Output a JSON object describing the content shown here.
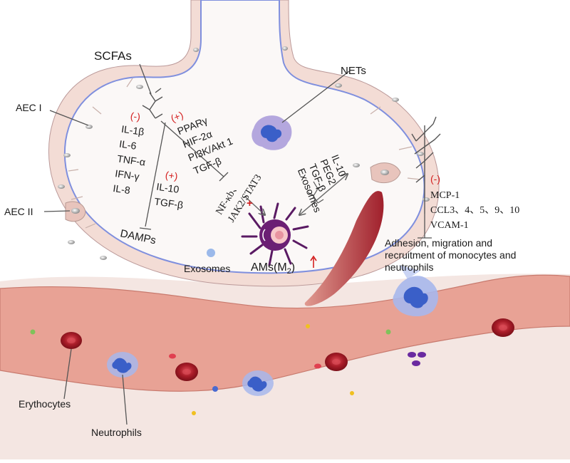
{
  "labels": {
    "scfas": "SCFAs",
    "nets": "NETs",
    "aec1": "AEC I",
    "aec2": "AEC II",
    "exosomes_center": "Exosomes",
    "damps": "DAMPs",
    "ams_prefix": "AMs(M",
    "ams_sub": "2",
    "ams_suffix": ")",
    "erythocytes": "Erythocytes",
    "neutrophils": "Neutrophils"
  },
  "inhibit_group": {
    "sign": "(-)",
    "items": [
      "IL-1β",
      "IL-6",
      "TNF-α",
      "IFN-γ",
      "IL-8"
    ]
  },
  "promote_group": {
    "sign": "(+)",
    "items": [
      "IL-10",
      "TGF-β"
    ]
  },
  "pathway_group": {
    "sign": "(+)",
    "items": [
      "PPARγ",
      "HIF-2α",
      "PI3K/Akt 1",
      "TGF-β"
    ]
  },
  "nfkb": {
    "line1": "NF-κb、",
    "line2": "JAK2/STAT3",
    "plus": "+"
  },
  "m2_secreted": [
    "IL-10",
    "PEG2",
    "TGF-β",
    "Exosomes"
  ],
  "right_panel": {
    "sign": "(-)",
    "items": [
      "MCP-1",
      "CCL3、4、5、9、10",
      "VCAM-1"
    ],
    "effect_lines": [
      "Adhesion, migration and",
      "recruitment of monocytes and",
      "neutrophils"
    ]
  },
  "colors": {
    "tissue": "#f3dcd5",
    "membrane": "#9aa6e0",
    "vessel": "#e8a295",
    "erythrocyte": "#b52530",
    "neutrophil": "#6a8fd8",
    "macrophage": "#5a1a63",
    "positive_sign": "#d42020"
  }
}
